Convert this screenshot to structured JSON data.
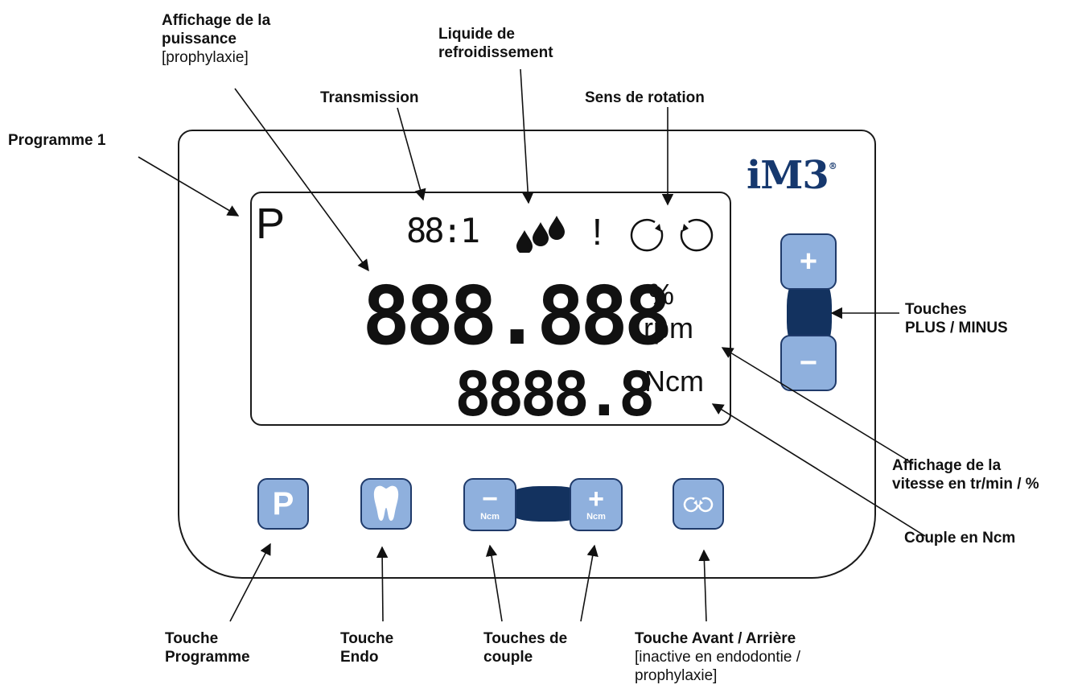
{
  "labels": {
    "programme": "Programme 1",
    "power_title_1": "Affichage de la",
    "power_title_2": "puissance",
    "power_note": "[prophylaxie]",
    "transmission": "Transmission",
    "coolant_1": "Liquide de",
    "coolant_2": "refroidissement",
    "rotation": "Sens de rotation",
    "plus_minus_1": "Touches",
    "plus_minus_2": "PLUS / MINUS",
    "speed_1": "Affichage de la",
    "speed_2": "vitesse en tr/min / %",
    "torque": "Couple en Ncm",
    "key_programme_1": "Touche",
    "key_programme_2": "Programme",
    "key_endo_1": "Touche",
    "key_endo_2": "Endo",
    "key_torque_1": "Touches de",
    "key_torque_2": "couple",
    "key_direction": "Touche Avant / Arrière",
    "key_direction_note_1": "[inactive en endodontie /",
    "key_direction_note_2": "prophylaxie]"
  },
  "display": {
    "program_letter": "P",
    "ratio": "88:1",
    "warning": "!",
    "speed_value": "888.888",
    "speed_unit_percent": "%",
    "speed_unit_rpm": "rpm",
    "torque_value": "8888.8",
    "torque_unit": "Ncm"
  },
  "device": {
    "brand": "iM3",
    "brand_mark": "®"
  },
  "buttons": {
    "program": "P",
    "plus": "+",
    "minus": "−",
    "torque_minus": "−",
    "torque_plus": "+",
    "torque_unit": "Ncm"
  },
  "colors": {
    "button_fill": "#8fb0dd",
    "button_border": "#1f3a6a",
    "bridge": "#13325f",
    "brand": "#16386e"
  }
}
